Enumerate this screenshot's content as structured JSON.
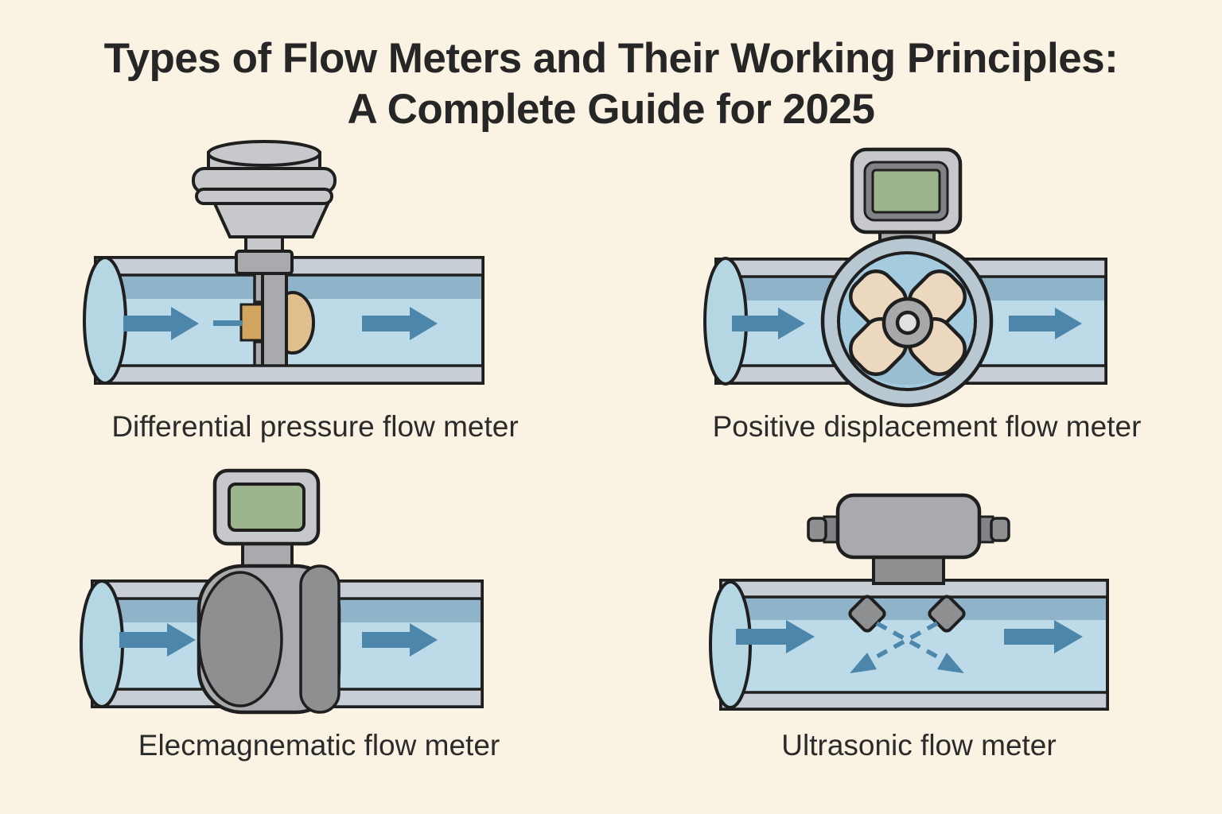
{
  "title": {
    "line1": "Types of Flow Meters and Their Working Principles:",
    "line2": "A Complete Guide for 2025"
  },
  "diagrams": [
    {
      "id": "differential-pressure-flow-meter",
      "label": "Differential pressure flow meter",
      "flow_icon": "right-arrow-icon"
    },
    {
      "id": "positive-displacement-flow-meter",
      "label": "Positive displacement flow meter",
      "flow_icon": "right-arrow-icon"
    },
    {
      "id": "electromagnetic-flow-meter",
      "label": "Elecmagnematic flow meter",
      "flow_icon": "right-arrow-icon"
    },
    {
      "id": "ultrasonic-flow-meter",
      "label": "Ultrasonic flow meter",
      "flow_icon": "right-arrow-icon"
    }
  ],
  "colors": {
    "bg": "#faf3e3",
    "outline": "#1f1f1f",
    "title_color": "#262626",
    "label_color": "#2b2b2b",
    "pipe_fill": "#bcdae7",
    "pipe_band": "#8fb4c9",
    "pipe_rim": "#c7ced6",
    "pipe_cap": "#b5d6e3",
    "arrow_blue": "#4c86ab",
    "metal_light": "#c6c8cb",
    "metal_mid": "#a8aaad",
    "metal_dark": "#8d8f91",
    "bezel_dark": "#808285",
    "screen_green": "#9db58c",
    "rotor_cream": "#ebd8be",
    "hub_gray": "#a6a8aa",
    "hub_hole": "#e0e1e2",
    "orifice_tan": "#d2a55f",
    "orifice_tan_light": "#dfc08c",
    "chamber_rim": "#b7c8d2",
    "chamber_fill": "#a5cbde",
    "chamber_shade": "#8fb5c8"
  }
}
